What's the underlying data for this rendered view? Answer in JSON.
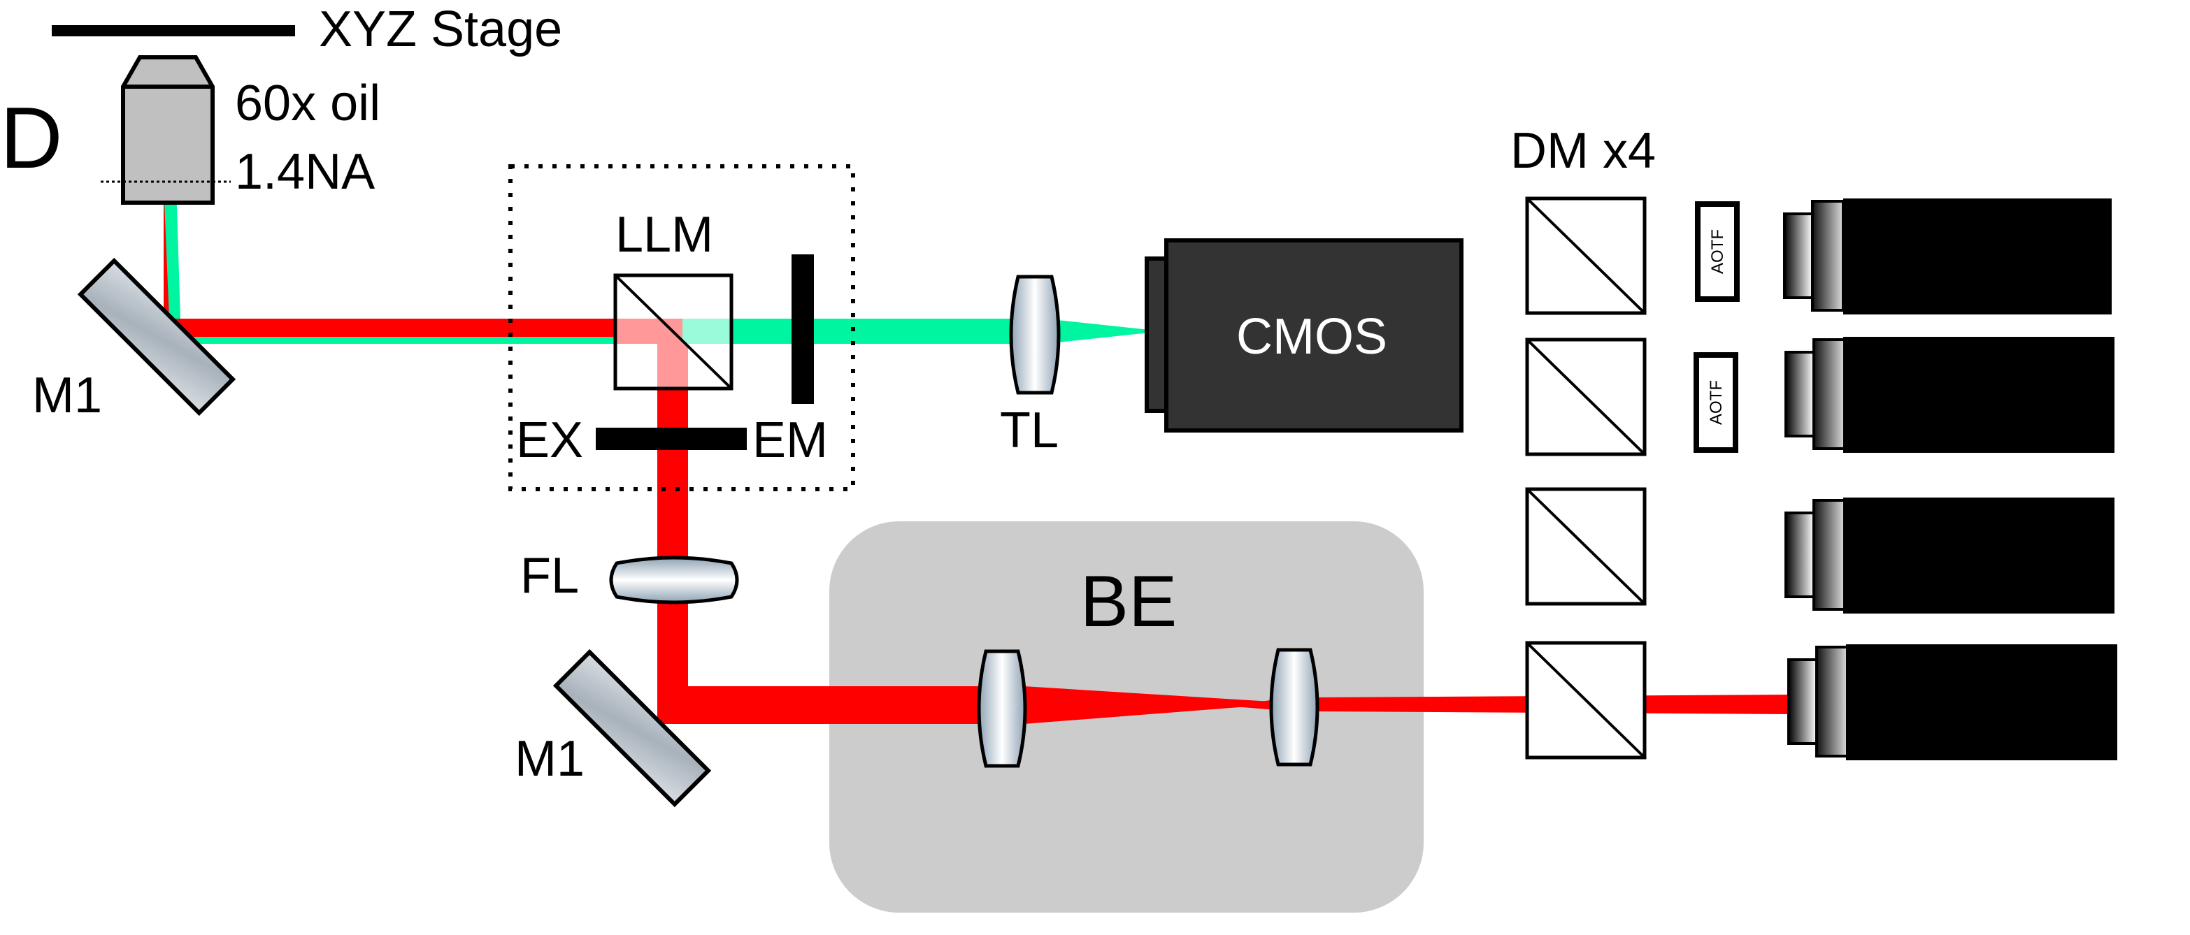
{
  "panel_label": "D",
  "labels": {
    "stage": "XYZ Stage",
    "objective_line1": "60x oil",
    "objective_line2": "1.4NA",
    "mirror_top": "M1",
    "mirror_bottom": "M1",
    "llm": "LLM",
    "excitation_filter": "EX",
    "emission_filter": "EM",
    "tube_lens": "TL",
    "focusing_lens": "FL",
    "camera": "CMOS",
    "dichroic_mirrors": "DM x4",
    "beam_expander": "BE",
    "aotf_1": "AOTF",
    "aotf_2": "AOTF"
  },
  "colors": {
    "excitation_beam": "#ff0000",
    "emission_beam": "#00f5a0",
    "camera_body": "#333333",
    "beam_expander_box": "#cccccc",
    "objective_body": "#c0c0c0",
    "laser_body": "#000000"
  }
}
